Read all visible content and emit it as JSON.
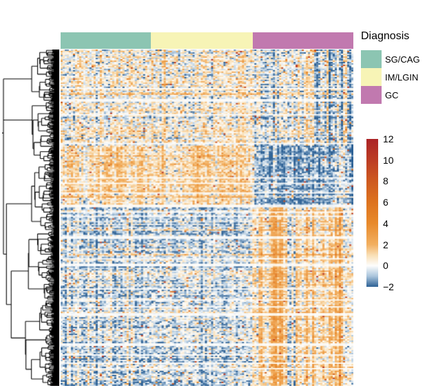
{
  "legend": {
    "title": "Diagnosis"
  },
  "chart_data": {
    "type": "heatmap",
    "title": "",
    "layout": {
      "dendrogram_side": "left",
      "annotation_position": "top",
      "legend_position": "right",
      "colorbar_position": "right"
    },
    "column_annotation": {
      "title": "Diagnosis",
      "groups": [
        {
          "name": "SG/CAG",
          "color": "#8CC5B2",
          "fraction": 0.308
        },
        {
          "name": "IM/LGIN",
          "color": "#F7F4B6",
          "fraction": 0.348
        },
        {
          "name": "GC",
          "color": "#C179AF",
          "fraction": 0.344
        }
      ]
    },
    "colorbar": {
      "ticks": [
        12,
        10,
        8,
        6,
        4,
        2,
        0,
        -2
      ],
      "min": -2,
      "max": 12
    },
    "value_color_stops": [
      {
        "value": -2,
        "color": "#2D6195"
      },
      {
        "value": -1,
        "color": "#A9C4DC"
      },
      {
        "value": 0,
        "color": "#FDFDFC"
      },
      {
        "value": 1,
        "color": "#F9DFB5"
      },
      {
        "value": 2,
        "color": "#F2AF60"
      },
      {
        "value": 4,
        "color": "#E88A2B"
      },
      {
        "value": 6,
        "color": "#DD731F"
      },
      {
        "value": 8,
        "color": "#CE5A20"
      },
      {
        "value": 10,
        "color": "#BC3C24"
      },
      {
        "value": 12,
        "color": "#AB2326"
      }
    ],
    "grid": {
      "columns": 142,
      "rows": 245
    },
    "row_blocks": [
      {
        "from": 0.0,
        "to": 0.285,
        "means": [
          0.35,
          0.4,
          -0.05
        ],
        "col_sd": [
          0.5,
          0.5,
          0.85
        ]
      },
      {
        "from": 0.285,
        "to": 0.47,
        "means": [
          1.0,
          1.05,
          -1.1
        ],
        "col_sd": [
          0.5,
          0.5,
          0.55
        ]
      },
      {
        "from": 0.47,
        "to": 1.0,
        "means": [
          -0.55,
          -0.5,
          1.25
        ],
        "col_sd": [
          0.5,
          0.5,
          0.95
        ]
      }
    ],
    "light_row_fractions": [
      0.145,
      0.278,
      0.378,
      0.463,
      0.555,
      0.635,
      0.712,
      0.783,
      0.875,
      0.945
    ],
    "generation": {
      "seed": 1337,
      "cell_sd": 0.8,
      "row_sd": 0.4,
      "hot_speck_prob": 0.016,
      "light_row_prob": 0.035,
      "orange_row_prob": 0.05,
      "orange_row_boost": 0.7
    },
    "dendrogram": {
      "leaves": 480,
      "color": "#000000"
    }
  }
}
